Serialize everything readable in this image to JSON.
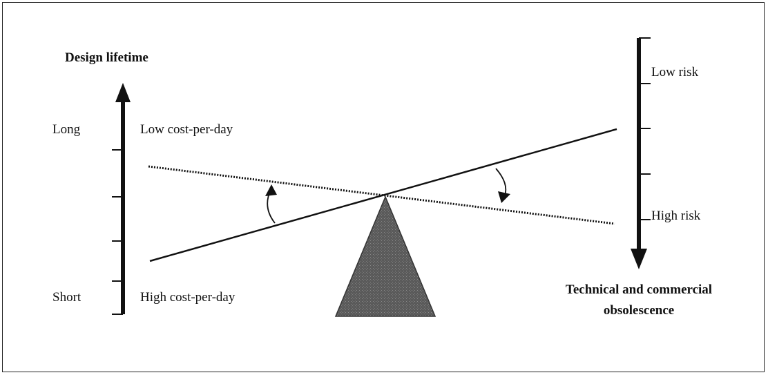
{
  "left_axis": {
    "title": "Design lifetime",
    "top_label": "Long",
    "bottom_label": "Short"
  },
  "beam_labels": {
    "top": "Low cost-per-day",
    "bottom": "High cost-per-day"
  },
  "right_axis": {
    "top_label": "Low risk",
    "bottom_label": "High risk",
    "title_line1": "Technical and commercial",
    "title_line2": "obsolescence"
  },
  "colors": {
    "line": "#111111",
    "fulcrum": "#555555"
  }
}
